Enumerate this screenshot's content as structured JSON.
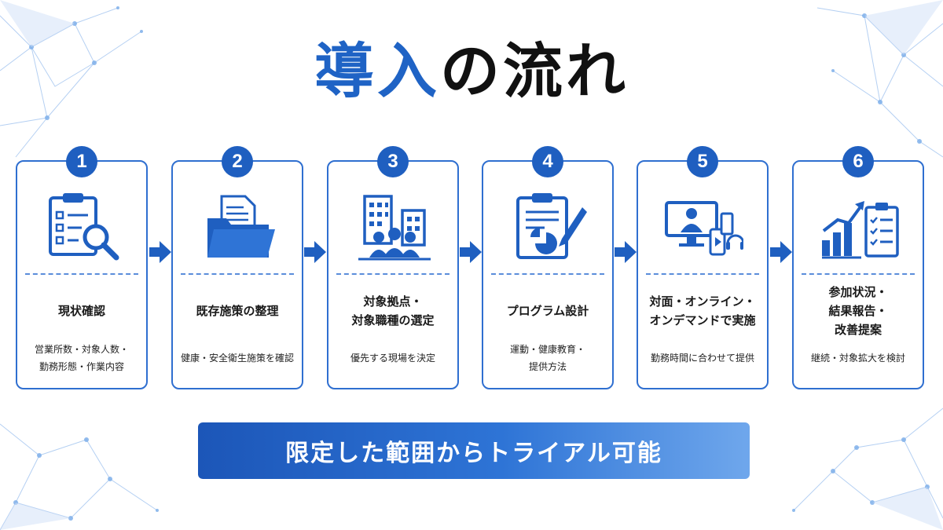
{
  "title": {
    "accent": "導入",
    "rest": "の流れ"
  },
  "steps": [
    {
      "number": "1",
      "name": "現状確認",
      "description": "営業所数・対象人数・\n勤務形態・作業内容",
      "icon": "clipboard-search-icon"
    },
    {
      "number": "2",
      "name": "既存施策の整理",
      "description": "健康・安全衛生施策を確認",
      "icon": "folder-documents-icon"
    },
    {
      "number": "3",
      "name": "対象拠点・\n対象職種の選定",
      "description": "優先する現場を決定",
      "icon": "buildings-people-icon"
    },
    {
      "number": "4",
      "name": "プログラム設計",
      "description": "運動・健康教育・\n提供方法",
      "icon": "clipboard-chart-pen-icon"
    },
    {
      "number": "5",
      "name": "対面・オンライン・\nオンデマンドで実施",
      "description": "勤務時間に合わせて提供",
      "icon": "monitor-devices-icon"
    },
    {
      "number": "6",
      "name": "参加状況・\n結果報告・\n改善提案",
      "description": "継続・対象拡大を検討",
      "icon": "growth-chart-checklist-icon"
    }
  ],
  "banner": {
    "text": "限定した範囲からトライアル可能"
  },
  "colors": {
    "primary": "#1f63c5",
    "border": "#2f6fd0",
    "banner_start": "#1c56b8",
    "banner_end": "#6fa7ec"
  }
}
